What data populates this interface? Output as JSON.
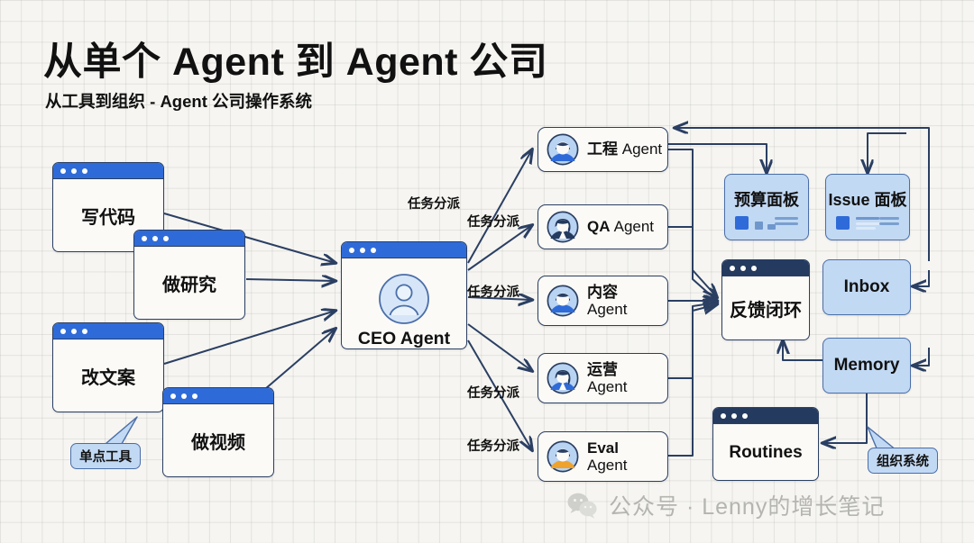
{
  "header": {
    "title": "从单个 Agent 到 Agent 公司",
    "subtitle": "从工具到组织 - Agent 公司操作系统"
  },
  "colors": {
    "accent_blue": "#2f6bd8",
    "dark_navy": "#243a5e",
    "panel_blue": "#c2d9f4",
    "stroke": "#2b3f63",
    "canvas": "#f6f5f1",
    "watermark": "#b4b4b0",
    "avatar_orange": "#efa22c"
  },
  "tools": [
    {
      "label": "写代码"
    },
    {
      "label": "做研究"
    },
    {
      "label": "改文案"
    },
    {
      "label": "做视频"
    }
  ],
  "orchestrator": {
    "label": "CEO Agent",
    "avatar": "user-avatar-icon"
  },
  "agents": [
    {
      "cn": "工程",
      "latin": "Agent",
      "avatar": "agent-avatar-engineering",
      "inline": true
    },
    {
      "cn": "QA",
      "latin": "Agent",
      "avatar": "agent-avatar-qa",
      "inline": true
    },
    {
      "cn": "内容",
      "latin": "Agent",
      "avatar": "agent-avatar-content",
      "inline": false
    },
    {
      "cn": "运营",
      "latin": "Agent",
      "avatar": "agent-avatar-ops",
      "inline": false
    },
    {
      "cn": "Eval",
      "latin": "Agent",
      "avatar": "agent-avatar-eval",
      "inline": false
    }
  ],
  "panels": [
    {
      "label": "预算面板",
      "glyph": "bar-chart-glyph"
    },
    {
      "label": "Issue 面板",
      "glyph": "list-lines-glyph"
    },
    {
      "label": "Inbox",
      "glyph": "none"
    },
    {
      "label": "Memory",
      "glyph": "none"
    }
  ],
  "windows": [
    {
      "label": "反馈闭环",
      "style": "dark"
    },
    {
      "label": "Routines",
      "style": "dark"
    }
  ],
  "edge_labels": [
    {
      "text": "任务分派"
    },
    {
      "text": "任务分派"
    },
    {
      "text": "任务分派"
    },
    {
      "text": "任务分派"
    },
    {
      "text": "任务分派"
    }
  ],
  "callouts": [
    {
      "text": "单点工具"
    },
    {
      "text": "组织系统"
    }
  ],
  "watermark": {
    "icon": "wechat-icon",
    "text": "公众号 · Lenny的增长笔记"
  }
}
